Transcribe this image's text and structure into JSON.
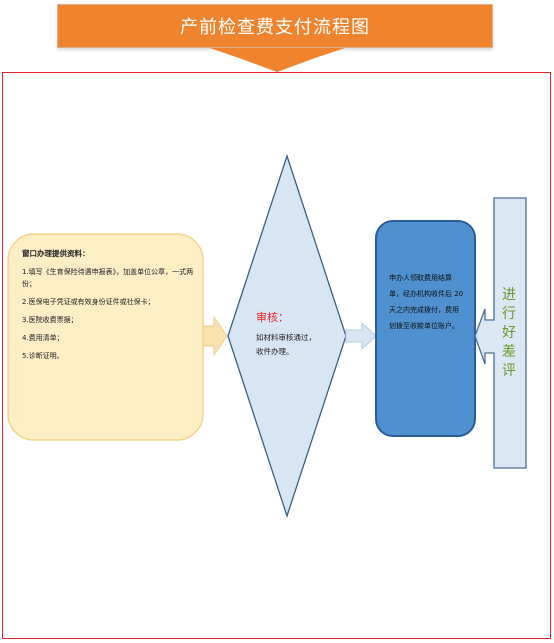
{
  "banner": {
    "title": "产前检查费支付流程图"
  },
  "left_box": {
    "heading": "窗口办理提供资料：",
    "items": [
      "1.填写《生育保险待遇申报表》，加盖单位公章，一式两份；",
      "2.医保电子凭证或有效身份证件或社保卡；",
      "3.医院收费票据；",
      "4.费用清单；",
      "5.诊断证明。"
    ]
  },
  "review": {
    "title": "审核：",
    "text": "如材料审核通过，收件办理。"
  },
  "process_box": {
    "text": "申办人领取费用结算单，经办机构收件后 20 天之内完成拨付，费用划拨至收款单位账户。"
  },
  "evaluation": {
    "chars": [
      "进",
      "行",
      "好",
      "差",
      "评"
    ]
  },
  "colors": {
    "banner": "#f0842e",
    "frame_border": "#e8232a",
    "left_box_fill": "#fdeec6",
    "left_box_stroke": "#f5d38a",
    "diamond_fill": "#d8e6f4",
    "diamond_stroke": "#3d5f86",
    "process_fill": "#4f90d0",
    "process_stroke": "#2c5e96",
    "eval_fill": "#dbe7f3",
    "eval_stroke": "#4e6f96",
    "eval_text": "#6a9a2d",
    "review_title": "#e8232a"
  }
}
